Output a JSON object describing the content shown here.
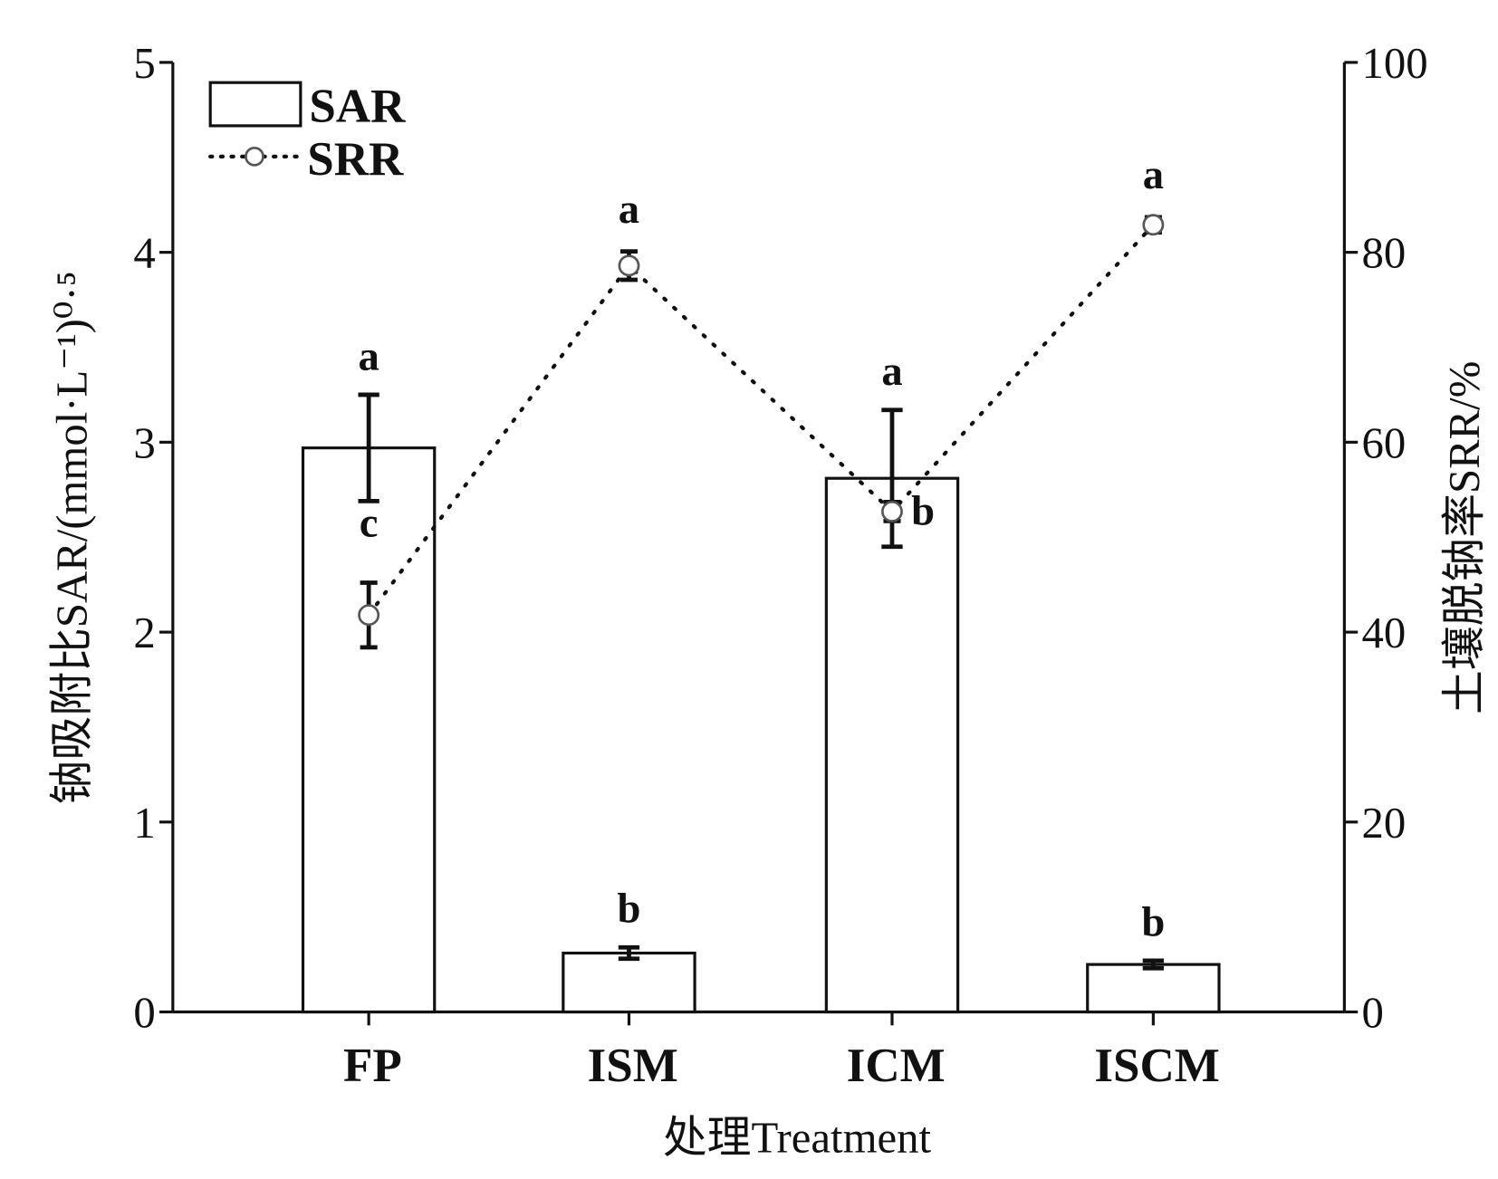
{
  "chart_data": {
    "type": "bar+line",
    "categories": [
      "FP",
      "ISM",
      "ICM",
      "ISCM"
    ],
    "xlabel": "处理Treatment",
    "ylabel_left": "钠吸附比SAR/(mmol·L⁻¹)⁰·⁵",
    "ylabel_right": "土壤脱钠率SRR/%",
    "ylim_left": [
      0,
      5
    ],
    "ylim_right": [
      0,
      100
    ],
    "yticks_left": [
      "0",
      "1",
      "2",
      "3",
      "4",
      "5"
    ],
    "yticks_right": [
      "0",
      "20",
      "40",
      "60",
      "80",
      "100"
    ],
    "legend": {
      "position": "top-left",
      "entries": [
        "SAR",
        "SRR"
      ]
    },
    "series": [
      {
        "name": "SAR",
        "kind": "bar",
        "axis": "left",
        "values": [
          2.97,
          0.31,
          2.81,
          0.25
        ],
        "errors": [
          0.28,
          0.03,
          0.36,
          0.02
        ],
        "letters": [
          "a",
          "b",
          "a",
          "b"
        ]
      },
      {
        "name": "SRR",
        "kind": "line",
        "axis": "right",
        "values": [
          41.8,
          78.6,
          52.7,
          82.9
        ],
        "errors": [
          3.4,
          1.5,
          1.0,
          0.8
        ],
        "letters": [
          "c",
          "a",
          "b",
          "a"
        ]
      }
    ]
  }
}
